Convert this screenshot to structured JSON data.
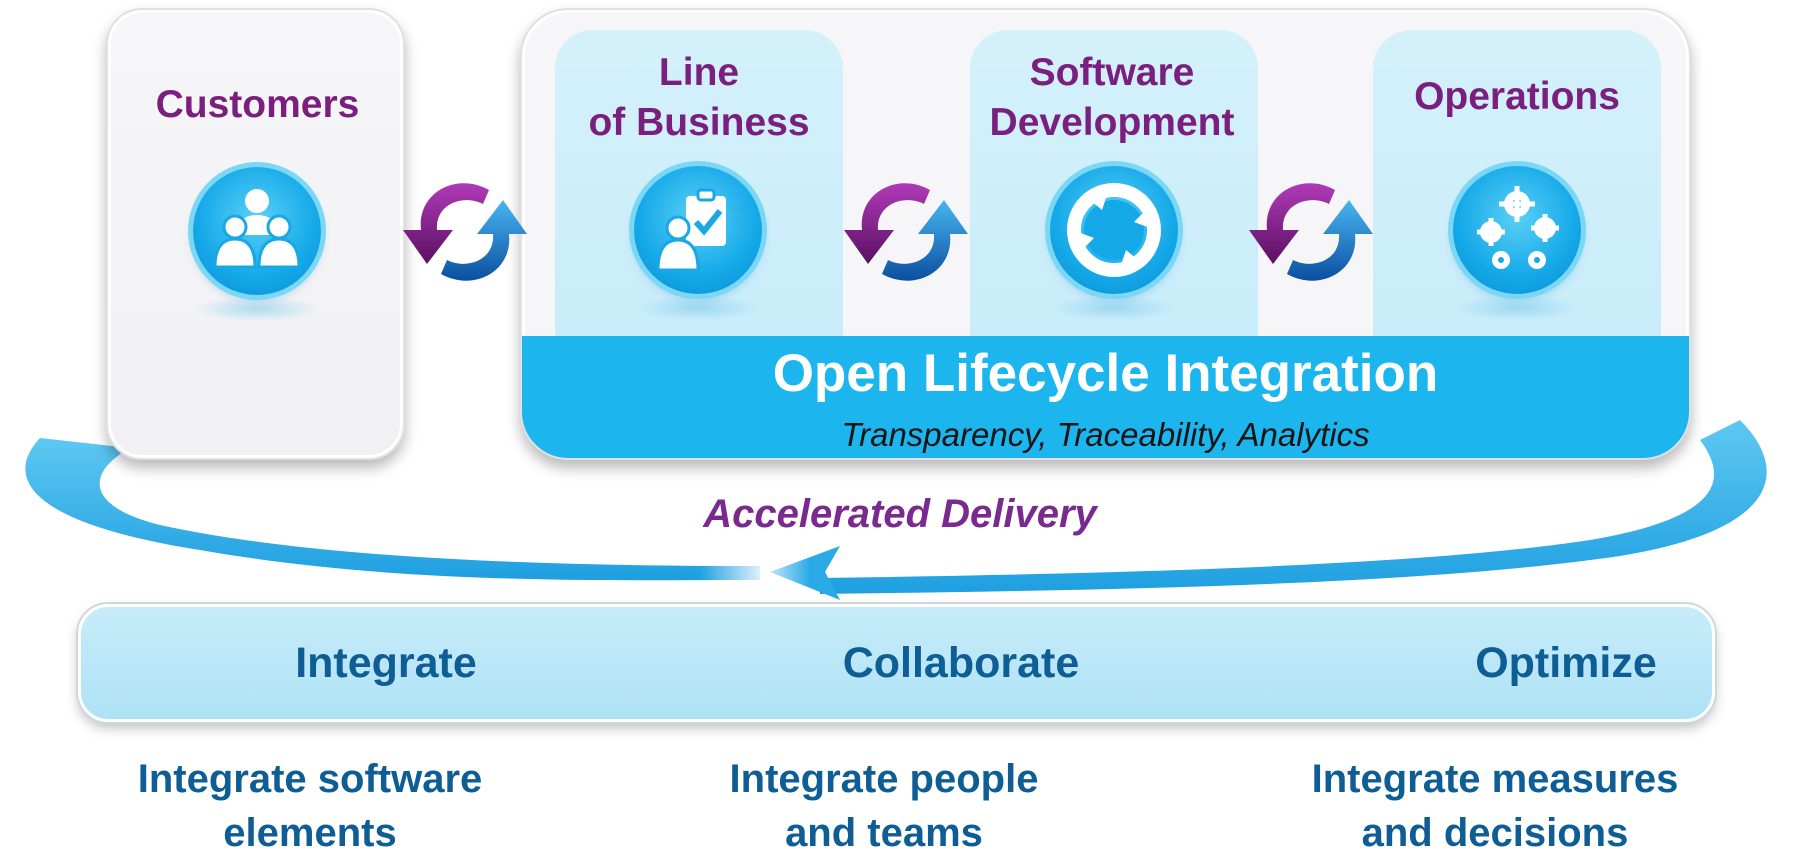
{
  "stages": {
    "customers": {
      "title": "Customers",
      "icon": "customers-people-icon"
    },
    "line_of_business": {
      "title_line1": "Line",
      "title_line2": "of Business",
      "icon": "clipboard-checklist-icon"
    },
    "software_development": {
      "title_line1": "Software",
      "title_line2": "Development",
      "icon": "cycle-arrows-icon"
    },
    "operations": {
      "title": "Operations",
      "icon": "gears-icon"
    }
  },
  "sync_icon": "sync-arrows-icon",
  "integration": {
    "title": "Open Lifecycle Integration",
    "subtitle": "Transparency, Traceability, Analytics"
  },
  "accelerated_delivery": "Accelerated Delivery",
  "phases": [
    "Integrate",
    "Collaborate",
    "Optimize"
  ],
  "descriptions": [
    {
      "line1": "Integrate software",
      "line2": "elements"
    },
    {
      "line1": "Integrate people",
      "line2": "and teams"
    },
    {
      "line1": "Integrate measures",
      "line2": "and decisions"
    }
  ],
  "colors": {
    "stage_title": "#7a1f7e",
    "integration_band": "#1db5ee",
    "phase_text": "#0e5d94",
    "accent_purple": "#7a2a8f",
    "icon_blue": "#14a8e8"
  }
}
